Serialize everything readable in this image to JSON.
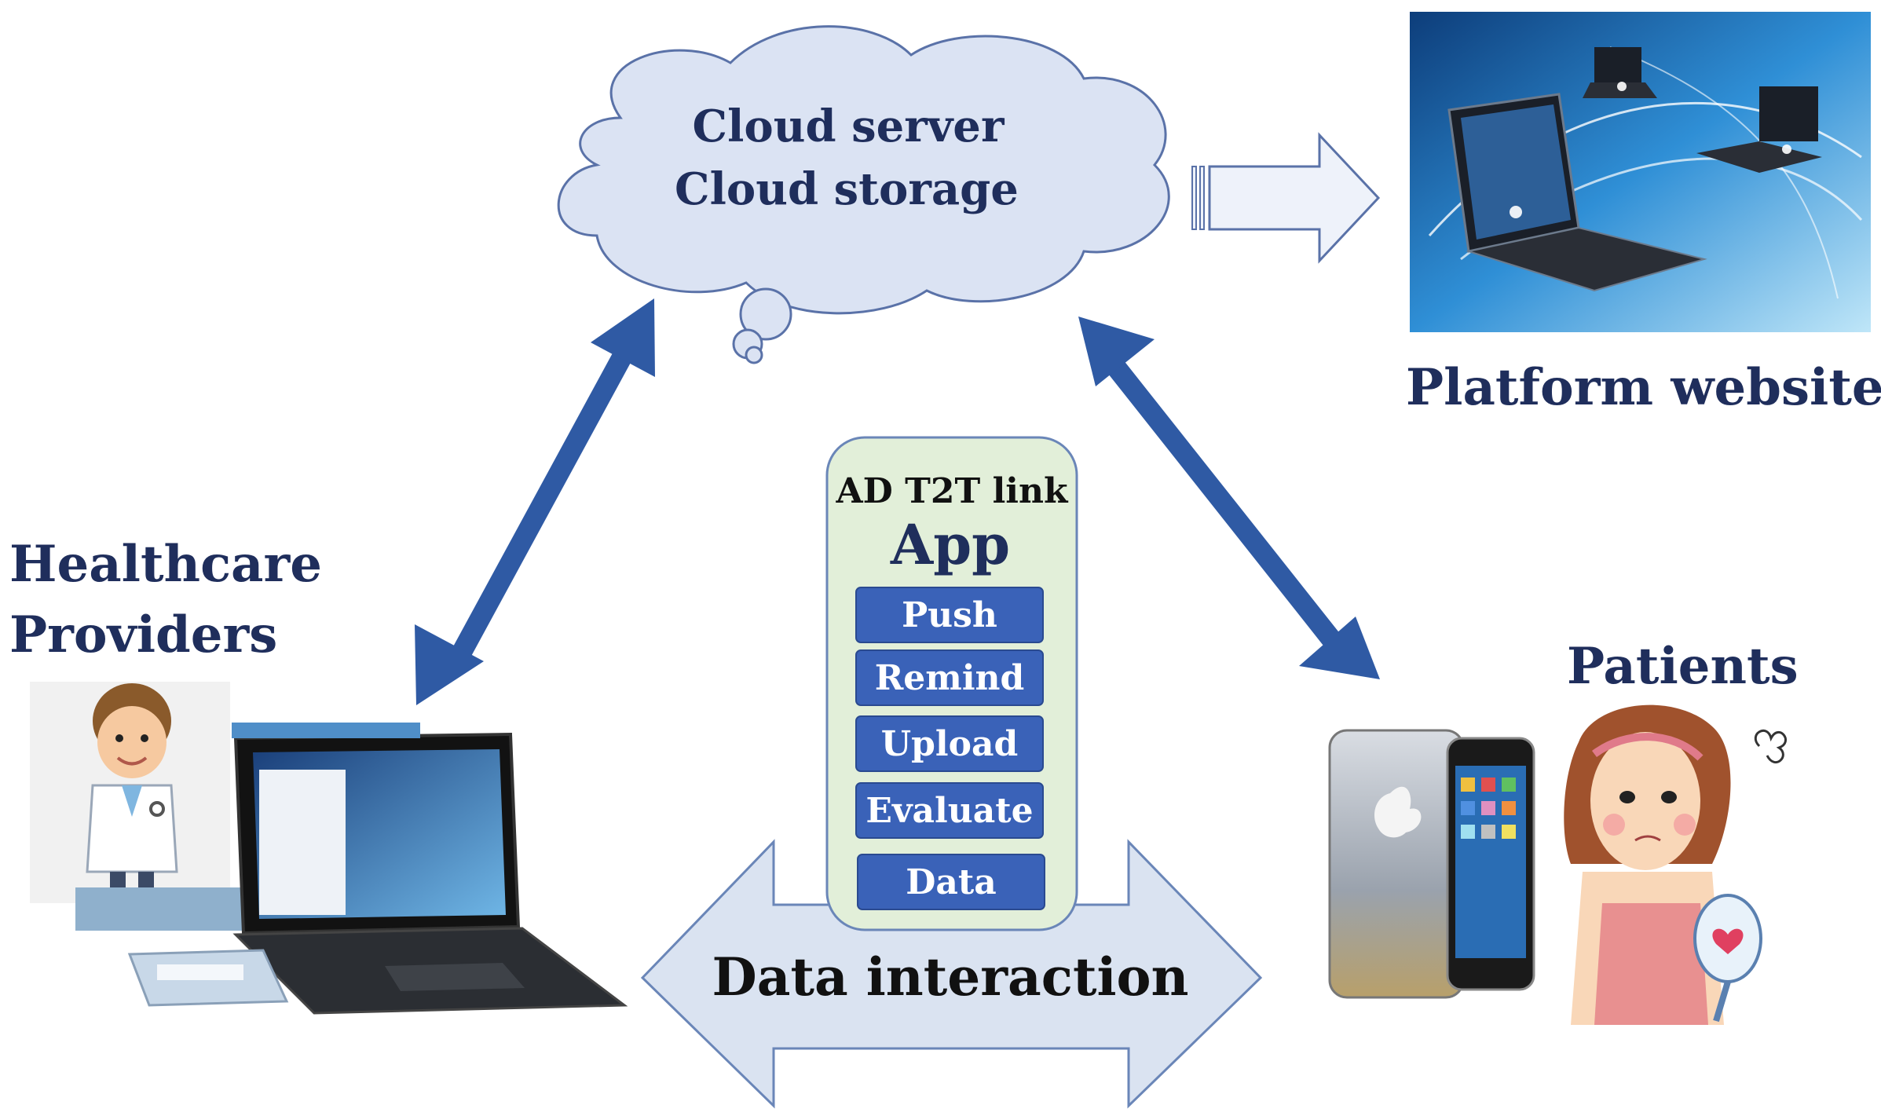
{
  "cloud": {
    "line1": "Cloud server",
    "line2": "Cloud storage"
  },
  "platform": {
    "label": "Platform website"
  },
  "providers": {
    "line1": "Healthcare",
    "line2": "Providers"
  },
  "patients": {
    "label": "Patients"
  },
  "app": {
    "name_line1": "AD T2T link",
    "name_line2": "App",
    "functions": [
      "Push",
      "Remind",
      "Upload",
      "Evaluate",
      "Data"
    ]
  },
  "interaction": {
    "label": "Data interaction"
  },
  "colors": {
    "arrow_blue": "#2f5aa4",
    "cloud_fill": "#dbe3f3",
    "app_fill": "#e2efd9",
    "button_fill": "#3a62b8",
    "label_navy": "#1f2e5c",
    "interaction_fill": "#dae3f1"
  }
}
